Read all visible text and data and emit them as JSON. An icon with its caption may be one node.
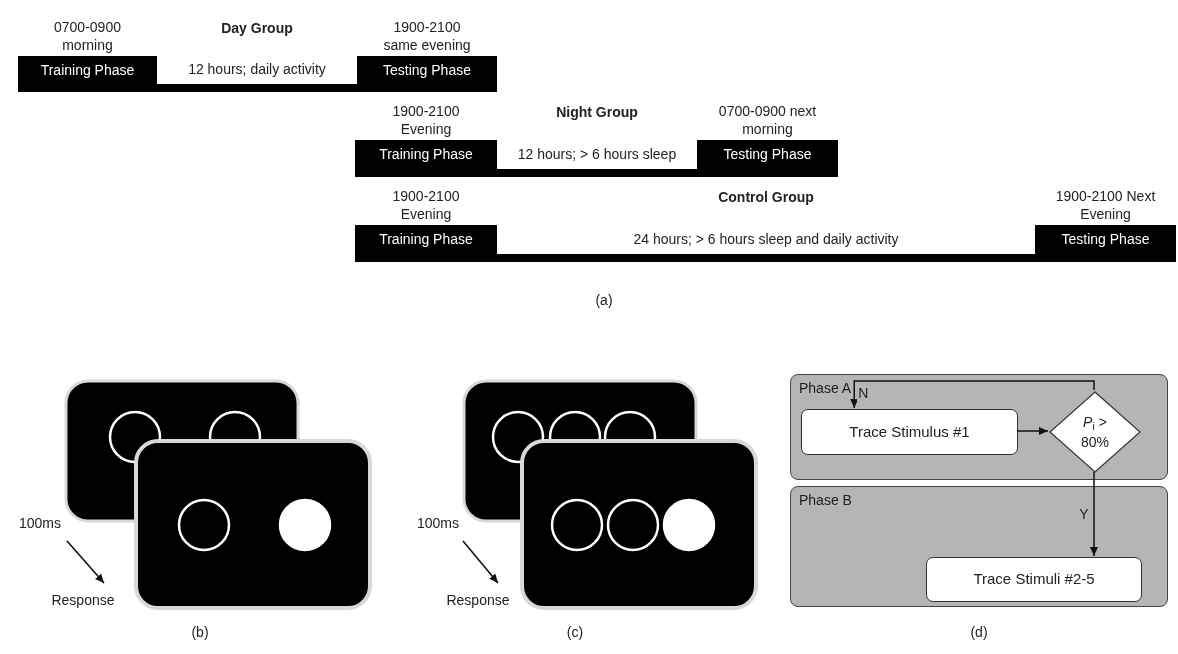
{
  "diagram": {
    "nodes": [
      {
        "text": [
          "Training Phase"
        ],
        "beside": [
          "0700-0900 morning"
        ]
      },
      {
        "text": [
          "Day Group",
          "12 hours; daily activity"
        ]
      },
      {
        "text": [
          "Testing Phase"
        ],
        "beside": [
          "1900-2100 same evening"
        ]
      },
      {
        "text": [
          "Training Phase"
        ],
        "beside": [
          "1900-2100 Evening"
        ]
      },
      {
        "text": [
          "Night Group",
          "12 hours; > 6 hours sleep"
        ]
      },
      {
        "text": [
          "Testing Phase"
        ],
        "beside": [
          "0700-0900 next morning"
        ]
      },
      {
        "text": [
          "Training Phase"
        ],
        "beside": [
          "1900-2100 Evening"
        ]
      },
      {
        "text": [
          "Control Group",
          "24 hours; > 6 hours sleep and daily activity"
        ]
      },
      {
        "text": [
          "Testing Phase"
        ],
        "beside": [
          "1900-2100 Next Evening"
        ]
      },
      {
        "text": [
          "Phase A"
        ]
      },
      {
        "text": [
          "Trace Stimulus #1"
        ],
        "in": 9
      },
      {
        "text": [
          "*P*$_{i}$ > 80%"
        ],
        "in": 9
      },
      {
        "text": [
          "Phase B"
        ]
      },
      {
        "text": [
          "Trace Stimuli #2-5"
        ],
        "in": 12
      }
    ],
    "edges": [
      {
        "from": 10,
        "to": 11,
        "arrow": "to"
      },
      {
        "from": 11,
        "to": 10,
        "arrow": "to",
        "label": "N"
      },
      {
        "from": 11,
        "to": 13,
        "arrow": "to",
        "label": "Y"
      }
    ],
    "labels": [
      "(a)",
      "100ms",
      "Response",
      "(b)",
      "100ms",
      "Response",
      "(c)",
      "(d)"
    ]
  }
}
